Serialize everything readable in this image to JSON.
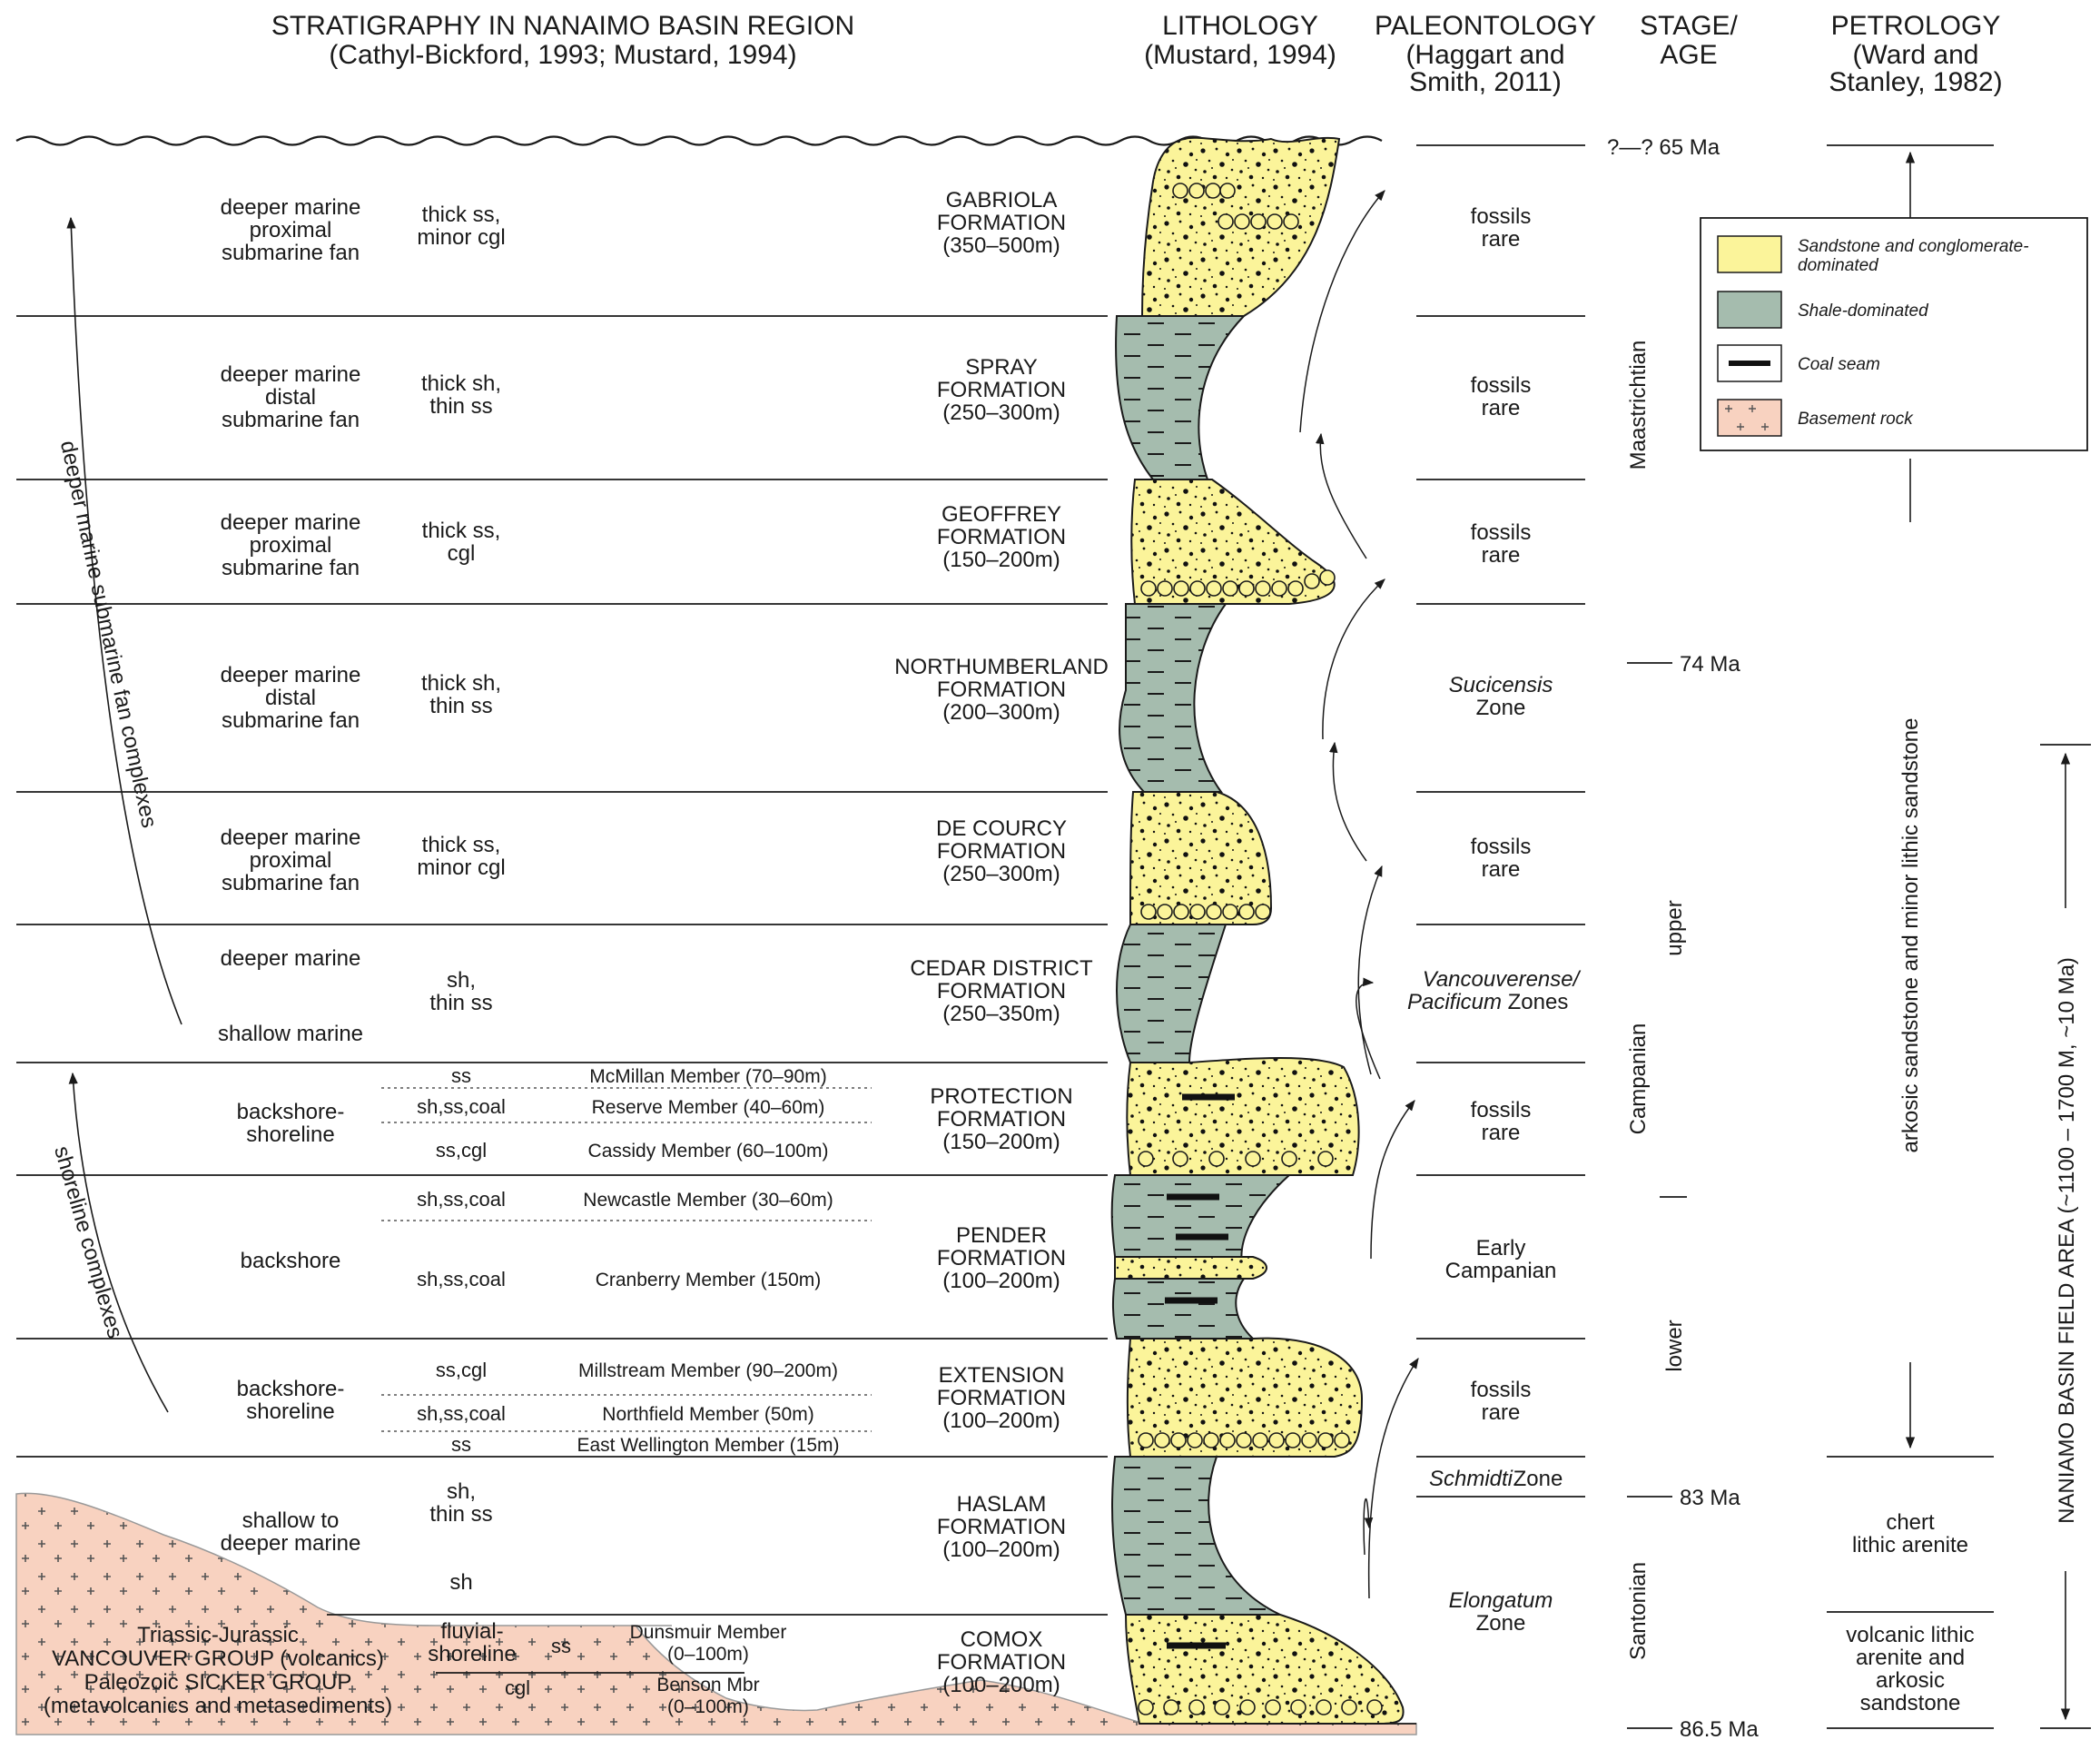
{
  "headers": {
    "strat_title": "STRATIGRAPHY IN NANAIMO BASIN REGION",
    "strat_sub": "(Cathyl-Bickford, 1993; Mustard, 1994)",
    "lith_title": "LITHOLOGY",
    "lith_sub": "(Mustard, 1994)",
    "paleo_title": "PALEONTOLOGY",
    "paleo_sub1": "(Haggart and",
    "paleo_sub2": "Smith, 2011)",
    "stage_title1": "STAGE/",
    "stage_title2": "AGE",
    "petro_title": "PETROLOGY",
    "petro_sub1": "(Ward and",
    "petro_sub2": "Stanley, 1982)"
  },
  "formations": [
    {
      "id": "gabriola",
      "l1": "GABRIOLA",
      "l2": "FORMATION",
      "l3": "(350–500m)",
      "env": [
        "deeper marine",
        "proximal",
        "submarine fan"
      ],
      "lith": [
        "thick ss,",
        "minor cgl"
      ],
      "paleo": [
        "fossils",
        "rare"
      ]
    },
    {
      "id": "spray",
      "l1": "SPRAY",
      "l2": "FORMATION",
      "l3": "(250–300m)",
      "env": [
        "deeper marine",
        "distal",
        "submarine fan"
      ],
      "lith": [
        "thick sh,",
        "thin ss"
      ],
      "paleo": [
        "fossils",
        "rare"
      ]
    },
    {
      "id": "geoffrey",
      "l1": "GEOFFREY",
      "l2": "FORMATION",
      "l3": "(150–200m)",
      "env": [
        "deeper marine",
        "proximal",
        "submarine fan"
      ],
      "lith": [
        "thick ss,",
        "cgl"
      ],
      "paleo": [
        "fossils",
        "rare"
      ]
    },
    {
      "id": "northumberland",
      "l1": "NORTHUMBERLAND",
      "l2": "FORMATION",
      "l3": "(200–300m)",
      "env": [
        "deeper marine",
        "distal",
        "submarine fan"
      ],
      "lith": [
        "thick sh,",
        "thin ss"
      ],
      "paleo": [
        "Sucicensis",
        "Zone"
      ]
    },
    {
      "id": "decourcy",
      "l1": "DE COURCY",
      "l2": "FORMATION",
      "l3": "(250–300m)",
      "env": [
        "deeper marine",
        "proximal",
        "submarine fan"
      ],
      "lith": [
        "thick ss,",
        "minor cgl"
      ],
      "paleo": [
        "fossils",
        "rare"
      ]
    },
    {
      "id": "cedar",
      "l1": "CEDAR DISTRICT",
      "l2": "FORMATION",
      "l3": "(250–350m)",
      "env": [
        "deeper marine",
        "shallow marine"
      ],
      "lith": [
        "sh,",
        "thin ss"
      ],
      "paleo": [
        "Vancouverense/",
        "Pacificum",
        "Zones"
      ]
    },
    {
      "id": "protection",
      "l1": "PROTECTION",
      "l2": "FORMATION",
      "l3": "(150–200m)",
      "env": [
        "backshore-",
        "shoreline"
      ],
      "paleo": [
        "fossils",
        "rare"
      ]
    },
    {
      "id": "pender",
      "l1": "PENDER",
      "l2": "FORMATION",
      "l3": "(100–200m)",
      "env": [
        "backshore"
      ],
      "paleo": [
        "Early",
        "Campanian"
      ]
    },
    {
      "id": "extension",
      "l1": "EXTENSION",
      "l2": "FORMATION",
      "l3": "(100–200m)",
      "env": [
        "backshore-",
        "shoreline"
      ],
      "paleo": [
        "fossils",
        "rare"
      ]
    },
    {
      "id": "haslam",
      "l1": "HASLAM",
      "l2": "FORMATION",
      "l3": "(100–200m)",
      "env": [
        "shallow to",
        "deeper marine"
      ],
      "lith": [
        "sh,",
        "thin ss",
        "sh"
      ],
      "paleo": [
        "Schmidti",
        "Zone",
        "Elongatum",
        "Zone"
      ]
    },
    {
      "id": "comox",
      "l1": "COMOX",
      "l2": "FORMATION",
      "l3": "(100–200m)",
      "env": [
        "fluvial-",
        "shoreline"
      ]
    }
  ],
  "members": [
    {
      "lith": "ss",
      "name": "McMillan Member (70–90m)"
    },
    {
      "lith": "sh,ss,coal",
      "name": "Reserve Member (40–60m)"
    },
    {
      "lith": "ss,cgl",
      "name": "Cassidy Member (60–100m)"
    },
    {
      "lith": "sh,ss,coal",
      "name": "Newcastle Member (30–60m)"
    },
    {
      "lith": "sh,ss,coal",
      "name": "Cranberry Member (150m)"
    },
    {
      "lith": "ss,cgl",
      "name": "Millstream Member (90–200m)"
    },
    {
      "lith": "sh,ss,coal",
      "name": "Northfield Member (50m)"
    },
    {
      "lith": "ss",
      "name": "East Wellington Member (15m)"
    },
    {
      "lith": "ss",
      "name": "Dunsmuir Member",
      "thick": "(0–100m)"
    },
    {
      "lith": "cgl",
      "name": "Benson Mbr",
      "thick": "(0–100m)"
    }
  ],
  "complexes": {
    "deep": "deeper marine submarine fan complexes",
    "shore": "shoreline complexes"
  },
  "basement": [
    "Triassic-Jurassic",
    "VANCOUVER GROUP (volcanics)",
    "Paleozoic SICKER GROUP",
    "(metavolcanics and metasediments)"
  ],
  "stage": {
    "top": "?—? 65 Ma",
    "a74": "74 Ma",
    "a83": "83 Ma",
    "a865": "86.5 Ma",
    "maastrichtian": "Maastrichtian",
    "upper": "upper",
    "campanian": "Campanian",
    "lower": "lower",
    "santonian": "Santonian"
  },
  "petrology": {
    "arkosic": "arkosic sandstone and minor lithic sandstone",
    "chert": [
      "chert",
      "lithic arenite"
    ],
    "volcanic": [
      "volcanic lithic",
      "arenite and",
      "arkosic",
      "sandstone"
    ]
  },
  "field_area": "NANIAMO BASIN FIELD AREA (~1100 – 1700 M, ~10 Ma)",
  "legend": {
    "sand": [
      "Sandstone and conglomerate-",
      "dominated"
    ],
    "shale": "Shale-dominated",
    "coal": "Coal seam",
    "basement": "Basement rock"
  },
  "colors": {
    "sand": "#fbf49a",
    "shale": "#a5bcae",
    "basement": "#f8d2c0",
    "ink": "#1a1a1a"
  }
}
